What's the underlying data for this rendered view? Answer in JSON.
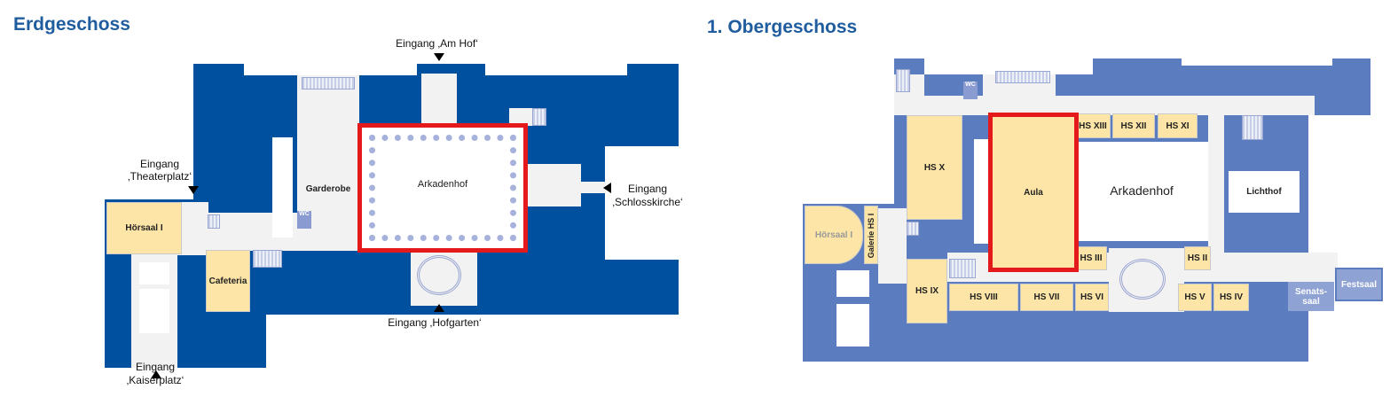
{
  "ground_floor": {
    "title": "Erdgeschoss",
    "rooms": {
      "hoersaal_1": "Hörsaal I",
      "garderobe": "Garderobe",
      "arkadenhof": "Arkadenhof",
      "cafeteria": "Cafeteria",
      "wc": "WC"
    },
    "entrances": {
      "am_hof": "Eingang ‚Am Hof‘",
      "theaterplatz_1": "Eingang",
      "theaterplatz_2": "‚Theaterplatz‘",
      "schlosskirche_1": "Eingang",
      "schlosskirche_2": "‚Schlosskirche‘",
      "hofgarten": "Eingang ‚Hofgarten‘",
      "kaiserplatz_1": "Eingang",
      "kaiserplatz_2": "‚Kaiserplatz‘"
    },
    "highlighted": "Arkadenhof"
  },
  "first_floor": {
    "title": "1. Obergeschoss",
    "rooms": {
      "hs_x": "HS X",
      "aula": "Aula",
      "hs_xiii": "HS XIII",
      "hs_xii": "HS XII",
      "hs_xi": "HS XI",
      "arkadenhof": "Arkadenhof",
      "lichthof": "Lichthof",
      "hoersaal_1": "Hörsaal I",
      "galerie": "Galerie HS I",
      "hs_ix": "HS IX",
      "hs_viii": "HS VIII",
      "hs_vii": "HS VII",
      "hs_vi": "HS VI",
      "hs_iii": "HS III",
      "hs_ii": "HS II",
      "hs_v": "HS V",
      "hs_iv": "HS IV",
      "senatssaal": "Senats-saal",
      "festsaal": "Festsaal",
      "wc": "WC"
    },
    "highlighted": "Aula"
  },
  "colors": {
    "ground_blue": "#0050a0",
    "upper_blue": "#5b7dbf",
    "room": "#fce5a6",
    "highlight": "#e3191c",
    "title": "#1f5d9e"
  }
}
